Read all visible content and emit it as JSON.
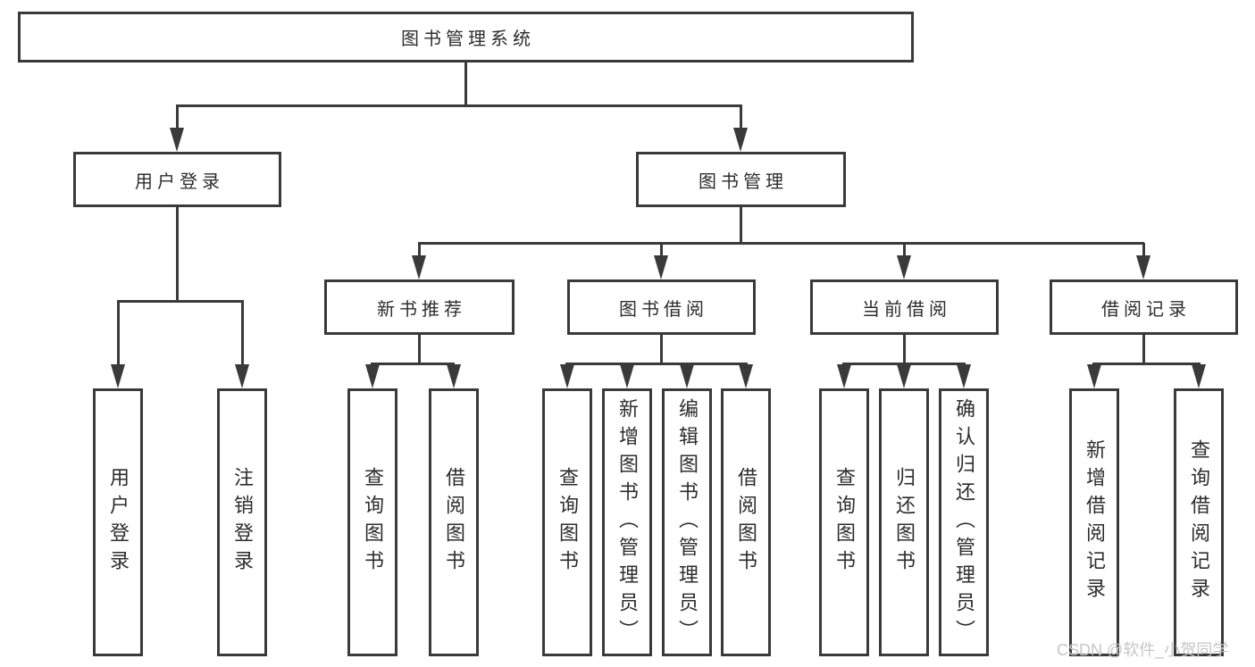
{
  "colors": {
    "line": "#3a3a3a",
    "text": "#2d2d2d",
    "background": "#ffffff",
    "watermark": "#c6c6c6"
  },
  "watermark": "CSDN @软件_小贺同学",
  "tree": {
    "label": "图书管理系统",
    "children": [
      {
        "label": "用户登录",
        "children": [
          {
            "label": "用户登录"
          },
          {
            "label": "注销登录"
          }
        ]
      },
      {
        "label": "图书管理",
        "children": [
          {
            "label": "新书推荐",
            "children": [
              {
                "label": "查询图书"
              },
              {
                "label": "借阅图书"
              }
            ]
          },
          {
            "label": "图书借阅",
            "children": [
              {
                "label": "查询图书"
              },
              {
                "label": "新增图书（管理员）"
              },
              {
                "label": "编辑图书（管理员）"
              },
              {
                "label": "借阅图书"
              }
            ]
          },
          {
            "label": "当前借阅",
            "children": [
              {
                "label": "查询图书"
              },
              {
                "label": "归还图书"
              },
              {
                "label": "确认归还（管理员）"
              }
            ]
          },
          {
            "label": "借阅记录",
            "children": [
              {
                "label": "新增借阅记录"
              },
              {
                "label": "查询借阅记录"
              }
            ]
          }
        ]
      }
    ]
  }
}
